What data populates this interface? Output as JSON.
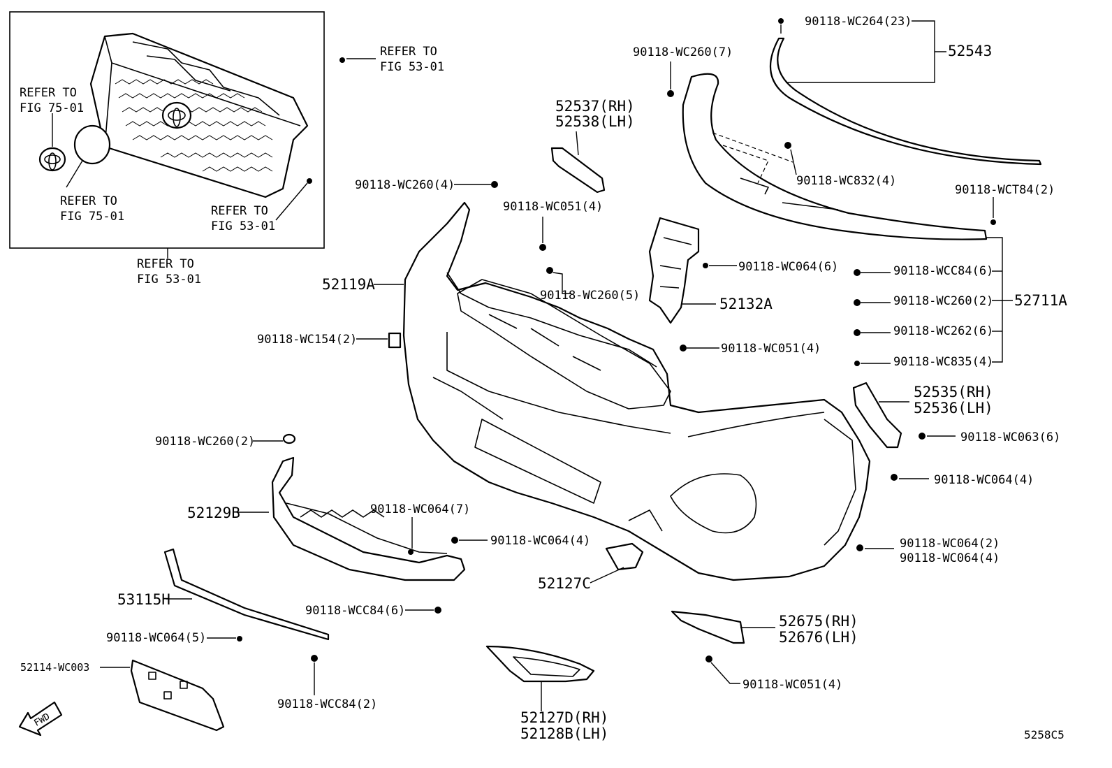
{
  "diagram_code": "5258C5",
  "refs": [
    {
      "line1": "REFER TO",
      "line2": "FIG 75-01"
    },
    {
      "line1": "REFER TO",
      "line2": "FIG 75-01"
    },
    {
      "line1": "REFER TO",
      "line2": "FIG 53-01"
    },
    {
      "line1": "REFER TO",
      "line2": "FIG 53-01"
    },
    {
      "line1": "REFER TO",
      "line2": "FIG 53-01"
    }
  ],
  "parts": {
    "p52543": "52543",
    "p52537": "52537(RH)",
    "p52538": "52538(LH)",
    "p52119A": "52119A",
    "p52132A": "52132A",
    "p52711A": "52711A",
    "p52535": "52535(RH)",
    "p52536": "52536(LH)",
    "p52129B": "52129B",
    "p53115H": "53115H",
    "p52114": "52114-WC003",
    "p52127C": "52127C",
    "p52675": "52675(RH)",
    "p52676": "52676(LH)",
    "p52127D": "52127D(RH)",
    "p52128B": "52128B(LH)"
  },
  "fasteners": {
    "f_wc264_23": "90118-WC264(23)",
    "f_wc260_7": "90118-WC260(7)",
    "f_wc832_4": "90118-WC832(4)",
    "f_wct84_2": "90118-WCT84(2)",
    "f_wc260_4": "90118-WC260(4)",
    "f_wc051_4a": "90118-WC051(4)",
    "f_wc260_5": "90118-WC260(5)",
    "f_wc064_6": "90118-WC064(6)",
    "f_wcc84_6a": "90118-WCC84(6)",
    "f_wc260_2a": "90118-WC260(2)",
    "f_wc262_6": "90118-WC262(6)",
    "f_wc835_4": "90118-WC835(4)",
    "f_wc154_2": "90118-WC154(2)",
    "f_wc051_4b": "90118-WC051(4)",
    "f_wc063_6": "90118-WC063(6)",
    "f_wc064_4a": "90118-WC064(4)",
    "f_wc260_2b": "90118-WC260(2)",
    "f_wc064_7": "90118-WC064(7)",
    "f_wc064_4b": "90118-WC064(4)",
    "f_wc064_2": "90118-WC064(2)",
    "f_wc064_4c": "90118-WC064(4)",
    "f_wcc84_6b": "90118-WCC84(6)",
    "f_wc064_5": "90118-WC064(5)",
    "f_wcc84_2": "90118-WCC84(2)",
    "f_wc051_4c": "90118-WC051(4)"
  },
  "fwd_label": "FWD"
}
